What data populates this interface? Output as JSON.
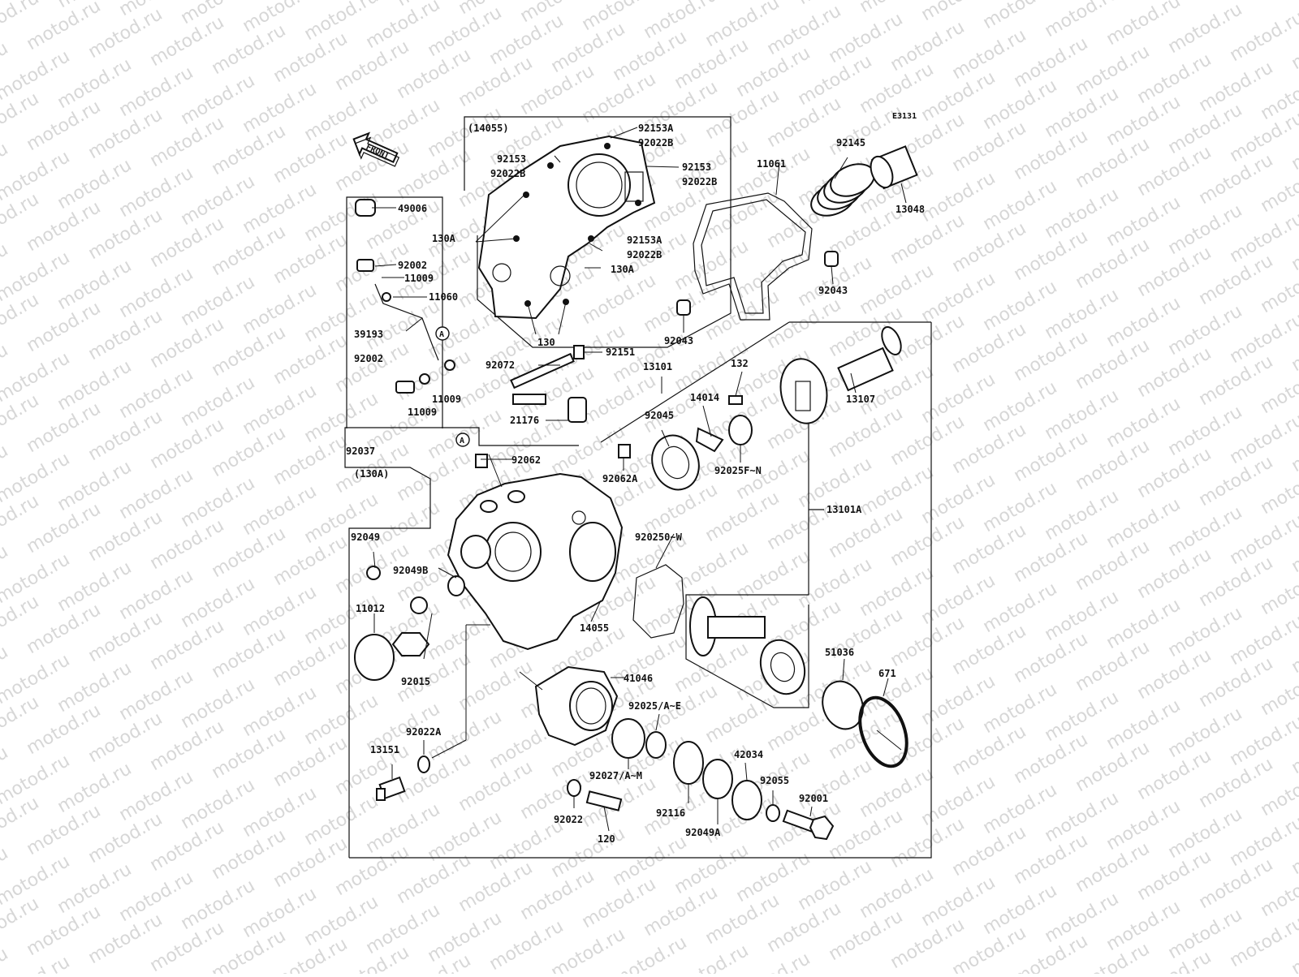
{
  "diagram": {
    "code": "E3131",
    "front_label": "FRONT",
    "watermark": "motod.ru",
    "ref_a": "A",
    "labels": [
      "(14055)",
      "92153A",
      "92022B",
      "92153",
      "92022B",
      "92153",
      "92022B",
      "130A",
      "92153A",
      "92022B",
      "130A",
      "130",
      "49006",
      "92002",
      "11009",
      "11060",
      "39193",
      "A",
      "92002",
      "11009",
      "11009",
      "11061",
      "92145",
      "13048",
      "92043",
      "92043",
      "92072",
      "92151",
      "13101",
      "132",
      "13107",
      "21176",
      "14014",
      "92045",
      "92025F~N",
      "A",
      "92062",
      "92062A",
      "92037",
      "(130A)",
      "13101A",
      "92049",
      "920250~W",
      "92049B",
      "11012",
      "14055",
      "92015",
      "51036",
      "671",
      "41046",
      "92025/A~E",
      "92022A",
      "13151",
      "42034",
      "92055",
      "92027/A~M",
      "92116",
      "92022",
      "120",
      "92049A",
      "92001"
    ]
  }
}
